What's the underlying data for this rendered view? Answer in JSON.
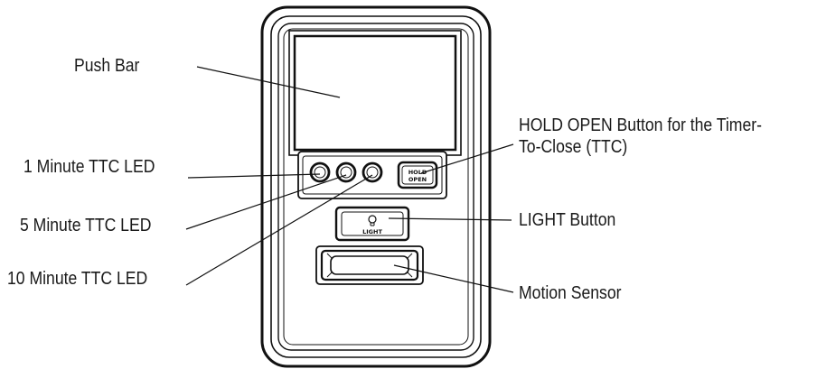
{
  "labels": {
    "push_bar": "Push Bar",
    "led_1min": "1 Minute TTC LED",
    "led_5min": "5 Minute TTC LED",
    "led_10min": "10 Minute TTC LED",
    "hold_open_line1": "HOLD OPEN Button for the Timer-",
    "hold_open_line2": "To-Close (TTC)",
    "light_button": "LIGHT Button",
    "motion_sensor": "Motion Sensor"
  },
  "device": {
    "hold_button_line1": "HOLD",
    "hold_button_line2": "OPEN",
    "light_button_text": "LIGHT",
    "light_icon": "lightbulb-icon"
  },
  "colors": {
    "line": "#111111",
    "panel_fill": "#ffffff",
    "push_bar_fill": "#f7f7f7"
  }
}
